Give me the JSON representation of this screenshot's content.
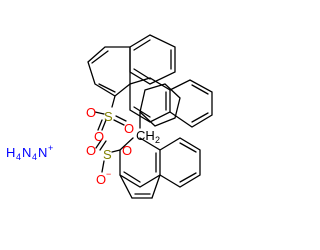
{
  "molecule": {
    "atom_labels": {
      "sulfur_top": "S",
      "oxygen_top_right": "O",
      "oxygen_top_bottom": "O",
      "oxygen_top_ring": "O",
      "sulfur_bottom": "S",
      "oxygen_bottom_left": "O",
      "oxygen_bottom_right": "O",
      "oxygen_anion": "O",
      "anion_charge": "−",
      "methylene_c": "CH",
      "methylene_sub": "2"
    },
    "counterion": {
      "ammonium_1": "H",
      "ammonium_1_sub": "4",
      "ammonium_1_n": "N",
      "ammonium_2_sub": "4",
      "ammonium_2_n": "N",
      "ammonium_2_charge": "+"
    },
    "colors": {
      "bond": "#000000",
      "sulfur": "#808000",
      "oxygen": "#ff0000",
      "nitrogen": "#0000ff"
    }
  }
}
